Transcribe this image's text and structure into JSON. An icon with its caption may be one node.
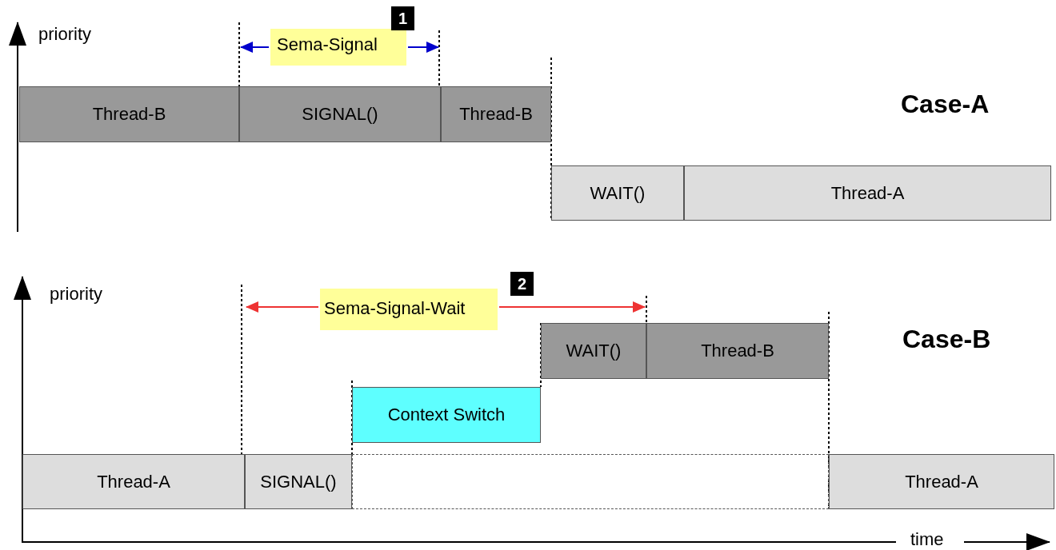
{
  "diagram": {
    "nodes": [
      {
        "text": [
          "Thread-B"
        ]
      },
      {
        "text": [
          "SIGNAL()"
        ]
      },
      {
        "text": [
          "Thread-B"
        ]
      },
      {
        "text": [
          "WAIT()"
        ]
      },
      {
        "text": [
          "Thread-A"
        ]
      },
      {
        "text": [
          "WAIT()"
        ]
      },
      {
        "text": [
          "Thread-B"
        ]
      },
      {
        "text": [
          "Context Switch"
        ]
      },
      {
        "text": [
          "Thread-A"
        ]
      },
      {
        "text": [
          "SIGNAL()"
        ]
      },
      {
        "text": [],
        "shape": "box"
      },
      {
        "text": [
          "Thread-A"
        ]
      }
    ],
    "labels": [
      "priority",
      "Sema-Signal",
      "1",
      "Case-A",
      "priority",
      "Sema-Signal-Wait",
      "2",
      "Case-B",
      "time"
    ]
  }
}
